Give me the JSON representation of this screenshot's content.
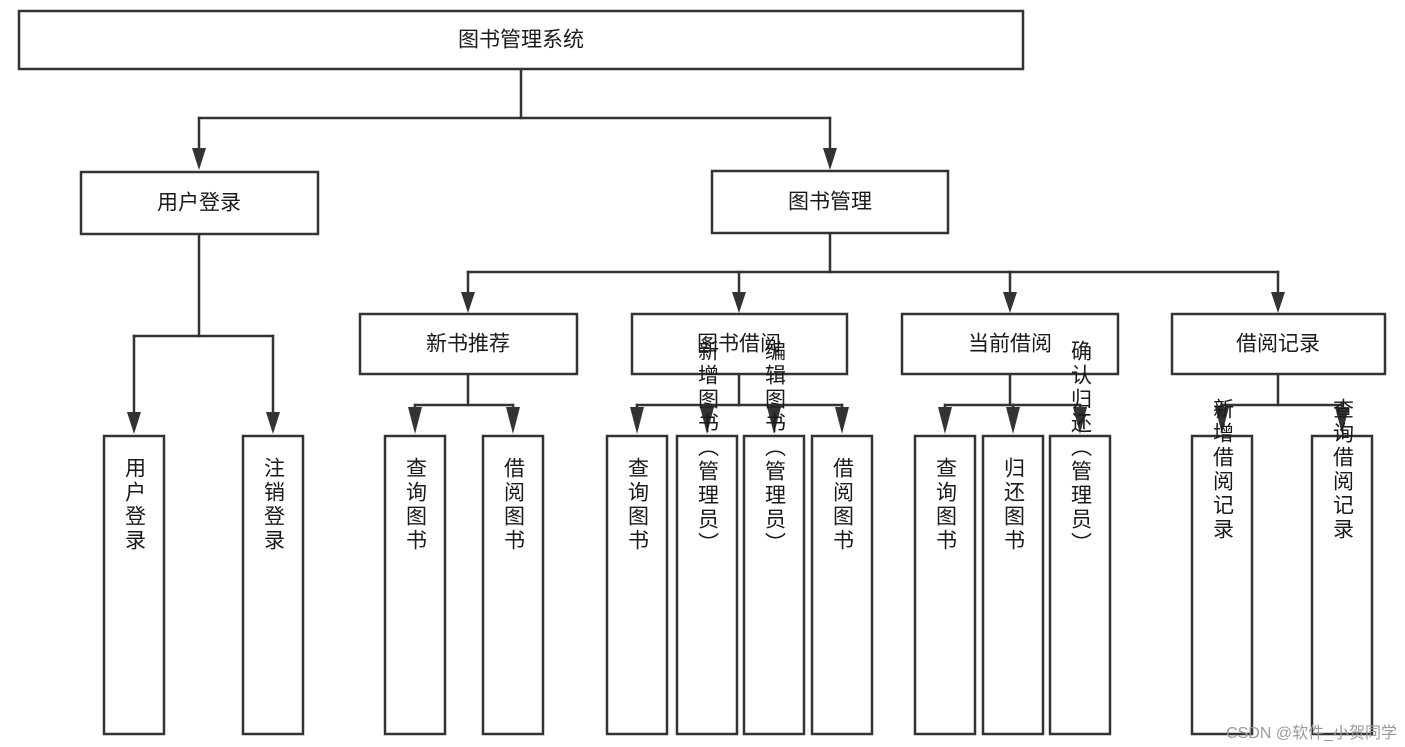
{
  "diagram": {
    "type": "tree-hierarchy",
    "title": "图书管理系统",
    "watermark": "CSDN @软件_小贺同学",
    "colors": {
      "box_fill": "#ffffff",
      "box_stroke": "#333333",
      "text": "#1a1a1a",
      "watermark": "#9a9a9a",
      "background": "#ffffff"
    },
    "root": {
      "label": "图书管理系统"
    },
    "level2": [
      {
        "label": "用户登录"
      },
      {
        "label": "图书管理"
      }
    ],
    "level3": [
      {
        "label": "新书推荐"
      },
      {
        "label": "图书借阅"
      },
      {
        "label": "当前借阅"
      },
      {
        "label": "借阅记录"
      }
    ],
    "leaves": {
      "user_login": [
        {
          "label": "用户登录"
        },
        {
          "label": "注销登录"
        }
      ],
      "new_book_recommend": [
        {
          "label": "查询图书"
        },
        {
          "label": "借阅图书"
        }
      ],
      "book_borrow": [
        {
          "label": "查询图书"
        },
        {
          "label": "新增图书（管理员）"
        },
        {
          "label": "编辑图书（管理员）"
        },
        {
          "label": "借阅图书"
        }
      ],
      "current_borrow": [
        {
          "label": "查询图书"
        },
        {
          "label": "归还图书"
        },
        {
          "label": "确认归还（管理员）"
        }
      ],
      "borrow_record": [
        {
          "label": "新增借阅记录"
        },
        {
          "label": "查询借阅记录"
        }
      ]
    }
  }
}
